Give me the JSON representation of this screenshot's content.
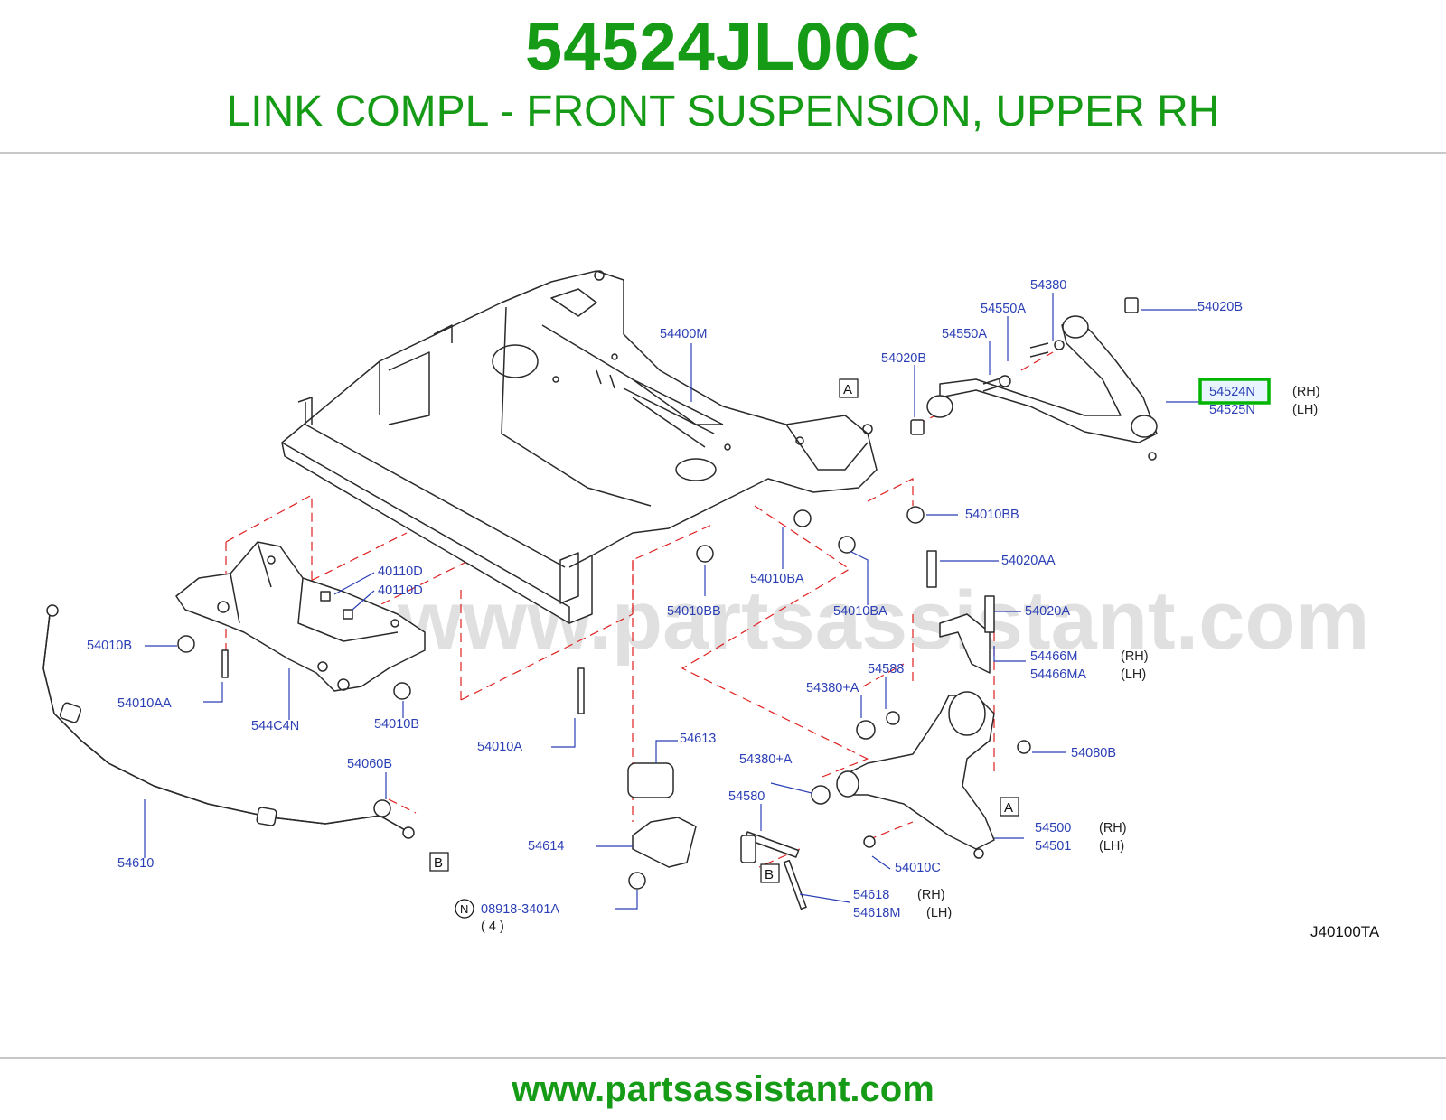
{
  "header": {
    "part_number": "54524JL00C",
    "description": "LINK COMPL - FRONT SUSPENSION, UPPER RH"
  },
  "diagram": {
    "watermark": "www.partsassistant.com",
    "diagram_code": "J40100TA",
    "highlight_color": "#00b400",
    "labels": {
      "l54400M": "54400M",
      "l54380": "54380",
      "l54550A_1": "54550A",
      "l54550A_2": "54550A",
      "l54020B_top": "54020B",
      "l54020B_mid": "54020B",
      "l54524N": "54524N",
      "l54525N": "54525N",
      "l54010BB_r": "54010BB",
      "l54020AA": "54020AA",
      "l54020A": "54020A",
      "l54010BA_1": "54010BA",
      "l54010BA_2": "54010BA",
      "l54010BB_c": "54010BB",
      "l40110D_1": "40110D",
      "l40110D_2": "40110D",
      "l54010B_l": "54010B",
      "l54010AA": "54010AA",
      "l544C4N": "544C4N",
      "l54010B_b": "54010B",
      "l54010A": "54010A",
      "l54466M": "54466M",
      "l54466MA": "54466MA",
      "l54588": "54588",
      "l54380pA_1": "54380+A",
      "l54380pA_2": "54380+A",
      "l54080B": "54080B",
      "l54613": "54613",
      "l54060B": "54060B",
      "l54580": "54580",
      "l54500": "54500",
      "l54501": "54501",
      "l54614": "54614",
      "l54610": "54610",
      "l54010C": "54010C",
      "l54618": "54618",
      "l54618M": "54618M",
      "l08918": "08918-3401A",
      "qty": "( 4 )"
    },
    "sides": {
      "rh1": "(RH)",
      "lh1": "(LH)",
      "rh2": "(RH)",
      "lh2": "(LH)",
      "rh3": "(RH)",
      "lh3": "(LH)",
      "rh4": "(RH)",
      "lh4": "(LH)"
    },
    "refs": {
      "a_top": "A",
      "a_bottom": "A",
      "b_left": "B",
      "b_center": "B",
      "n": "N"
    }
  },
  "footer": {
    "url": "www.partsassistant.com"
  }
}
